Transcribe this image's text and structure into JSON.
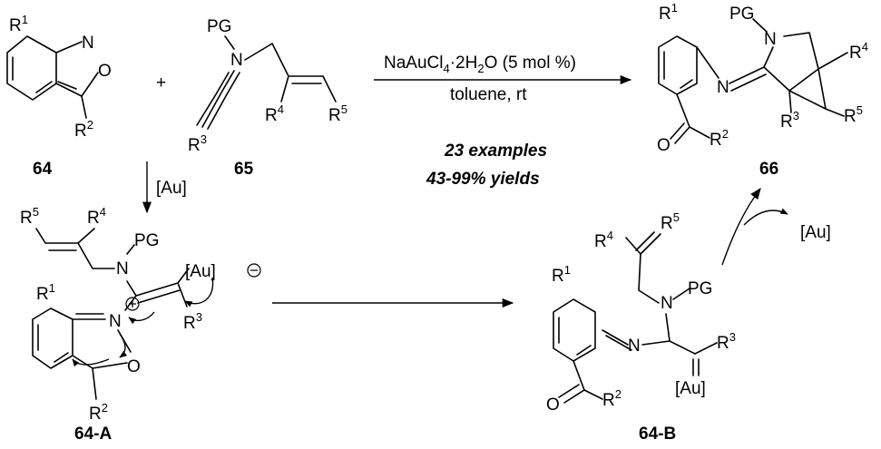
{
  "compounds": {
    "c64": "64",
    "c65": "65",
    "c66": "66",
    "c64A": "64-A",
    "c64B": "64-B"
  },
  "conditions": {
    "catalyst_main": "NaAuCl",
    "catalyst_sub1": "4",
    "catalyst_mid": "·2H",
    "catalyst_sub2": "2",
    "catalyst_end": "O (5 mol %)",
    "solvent": "toluene, rt",
    "examples": "23 examples",
    "yields": "43-99% yields"
  },
  "labels": {
    "au_step": "[Au]",
    "au_release": "[Au]",
    "au_anion": "[Au]",
    "au_carbene": "[Au]",
    "plus": "+",
    "R": "R",
    "N": "N",
    "O": "O",
    "PG": "PG",
    "r1": "1",
    "r2": "2",
    "r3": "3",
    "r4": "4",
    "r5": "5"
  }
}
